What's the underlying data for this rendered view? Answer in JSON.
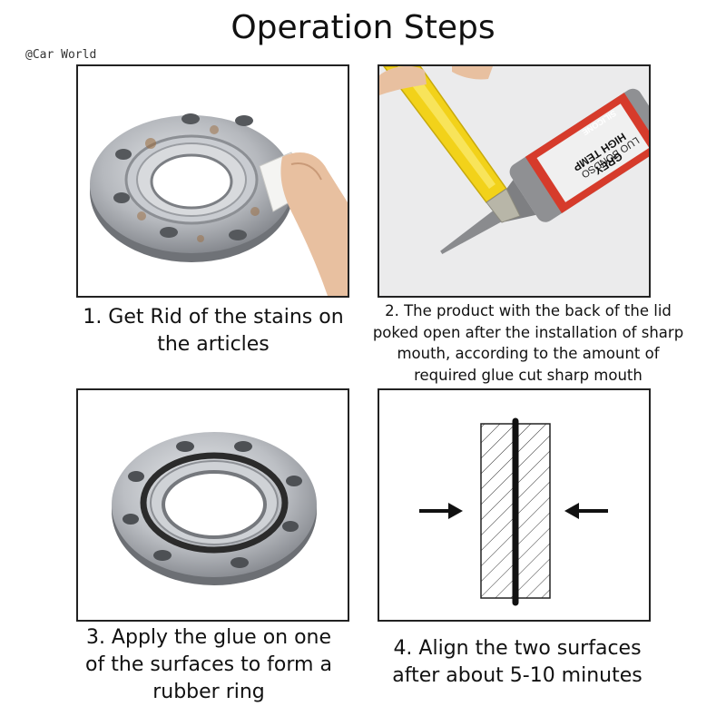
{
  "header": {
    "title": "Operation Steps",
    "watermark": "@Car World"
  },
  "steps": [
    {
      "caption_lines": [
        "1. Get Rid of the stains on",
        "the articles"
      ],
      "image": "flange-cleaning-photo"
    },
    {
      "caption_lines": [
        "2. The product with the back of the lid",
        "poked open after the installation of sharp",
        "mouth, according to the amount of",
        "required glue cut sharp mouth"
      ],
      "image": "glue-tube-cutting-photo",
      "tube_text": {
        "brand": "LUO BONDSO",
        "line1": "HIGH TEMP",
        "line2": "GREY",
        "line3": "SILICONE"
      }
    },
    {
      "caption_lines": [
        "3. Apply the glue on one",
        "of the surfaces to form a",
        "rubber ring"
      ],
      "image": "flange-glue-ring-photo"
    },
    {
      "caption_lines": [
        "4. Align the two surfaces",
        "after about 5-10 minutes"
      ],
      "image": "alignment-diagram"
    }
  ],
  "colors": {
    "tube_body": "#8f9093",
    "tube_label_red": "#d63b2b",
    "knife_yellow": "#f2d21a",
    "metal": "#b9bcc1",
    "hatch": "#333333"
  }
}
